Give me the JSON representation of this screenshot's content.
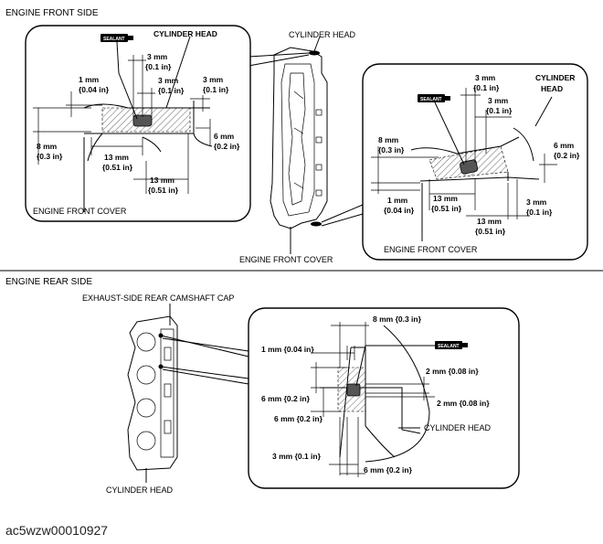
{
  "headings": {
    "front": "ENGINE FRONT SIDE",
    "rear": "ENGINE REAR SIDE"
  },
  "tube_label": "SEALANT",
  "front": {
    "overview": {
      "cylinder_head": "CYLINDER HEAD",
      "engine_front_cover": "ENGINE FRONT COVER"
    },
    "left": {
      "cylinder_head": "CYLINDER HEAD",
      "engine_front_cover": "ENGINE FRONT COVER",
      "d1": [
        "3 mm",
        "{0.1 in}"
      ],
      "d2": [
        "3 mm",
        "{0.1 in}"
      ],
      "d3": [
        "1 mm",
        "{0.04 in}"
      ],
      "d4": [
        "3 mm",
        "{0.1 in}"
      ],
      "d5": [
        "8 mm",
        "{0.3 in}"
      ],
      "d6": [
        "13 mm",
        "{0.51 in}"
      ],
      "d7": [
        "6 mm",
        "{0.2 in}"
      ],
      "d8": [
        "13 mm",
        "{0.51 in}"
      ]
    },
    "right": {
      "cylinder_head_1": "CYLINDER",
      "cylinder_head_2": "HEAD",
      "engine_front_cover": "ENGINE FRONT COVER",
      "d1": [
        "3 mm",
        "{0.1 in}"
      ],
      "d2": [
        "3 mm",
        "{0.1 in}"
      ],
      "d3": [
        "8 mm",
        "{0.3 in}"
      ],
      "d4": [
        "6 mm",
        "{0.2 in}"
      ],
      "d5": [
        "1 mm",
        "{0.04 in}"
      ],
      "d6": [
        "13 mm",
        "{0.51 in}"
      ],
      "d7": [
        "3 mm",
        "{0.1 in}"
      ],
      "d8": [
        "13 mm",
        "{0.51 in}"
      ]
    }
  },
  "rear": {
    "exhaust_cap": "EXHAUST-SIDE REAR CAMSHAFT CAP",
    "cylinder_head_overview": "CYLINDER HEAD",
    "cylinder_head_detail": "CYLINDER HEAD",
    "d1": "8 mm {0.3 in}",
    "d2": "1 mm {0.04 in}",
    "d3": "2 mm {0.08 in}",
    "d4": "6 mm {0.2 in}",
    "d5": "2 mm {0.08 in}",
    "d6": "6 mm {0.2 in}",
    "d7": "3 mm {0.1 in}",
    "d8": "6 mm {0.2 in}"
  },
  "figure_id": "ac5wzw00010927"
}
